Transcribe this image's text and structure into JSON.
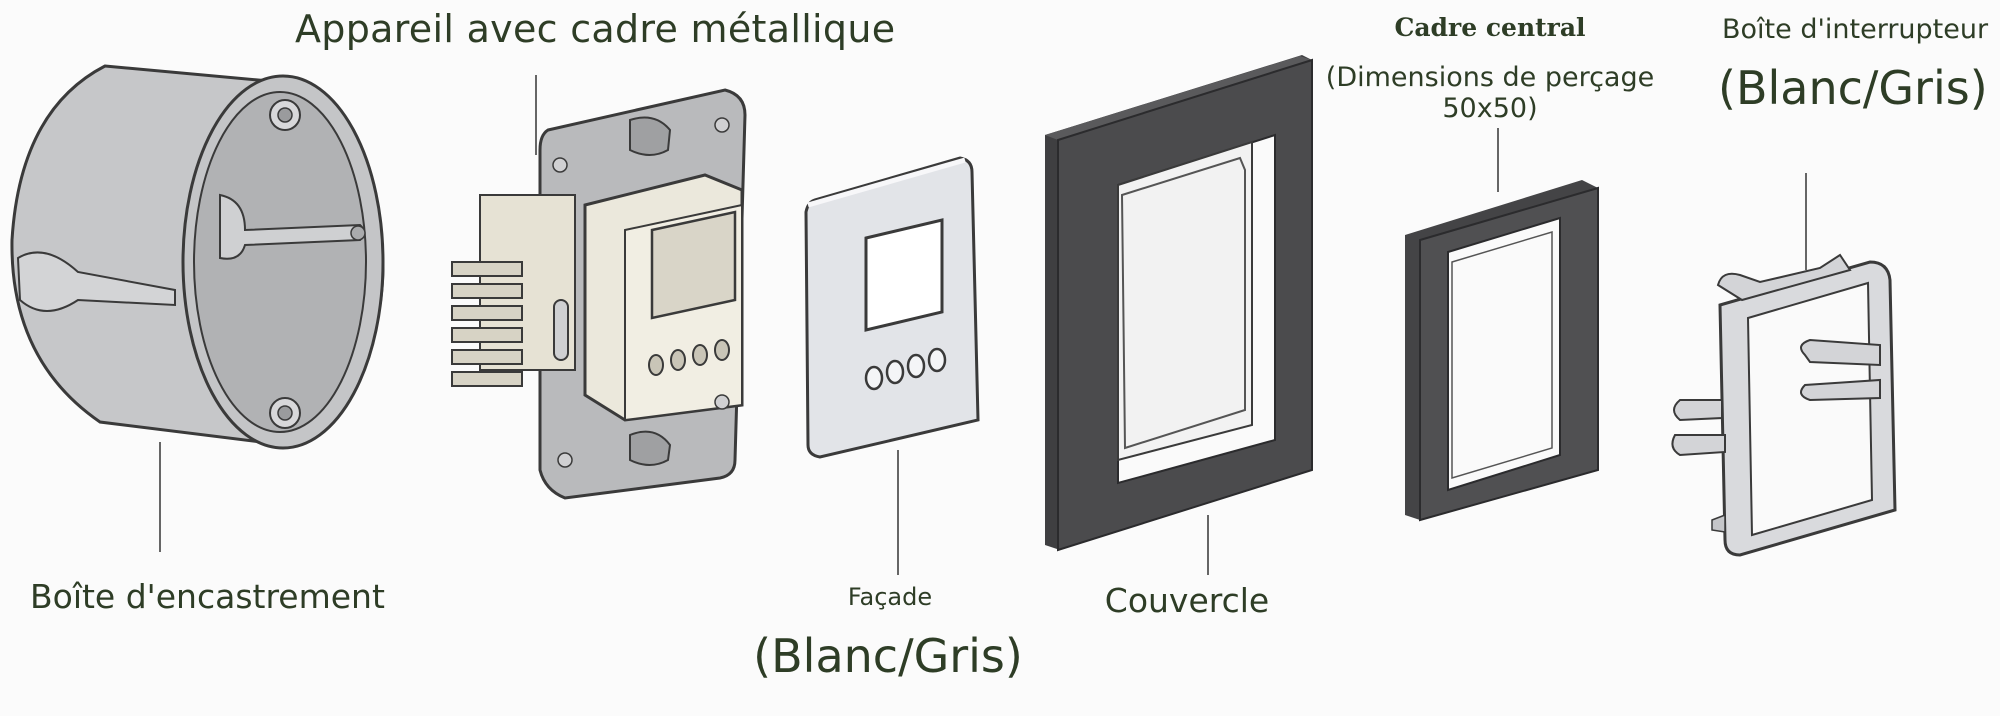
{
  "labels": {
    "appareil": "Appareil avec cadre métallique",
    "boite_encastrement": "Boîte d'encastrement",
    "facade": "Façade",
    "facade_sub": "(Blanc/Gris)",
    "couvercle": "Couvercle",
    "cadre_central": "Cadre central",
    "cadre_central_sub": "(Dimensions de perçage 50x50)",
    "boite_interrupteur": "Boîte d'interrupteur",
    "boite_interrupteur_sub": "(Blanc/Gris)"
  },
  "colors": {
    "label_text": "#2e3d26",
    "leader_line": "#555555",
    "box_grey": "#c9cacc",
    "plate_grey": "#b9babc",
    "module_cream": "#ebe8dc",
    "facade_light": "#e2e4e8",
    "frame_dark": "#4b4b4d",
    "outline": "#3a3a3a"
  }
}
